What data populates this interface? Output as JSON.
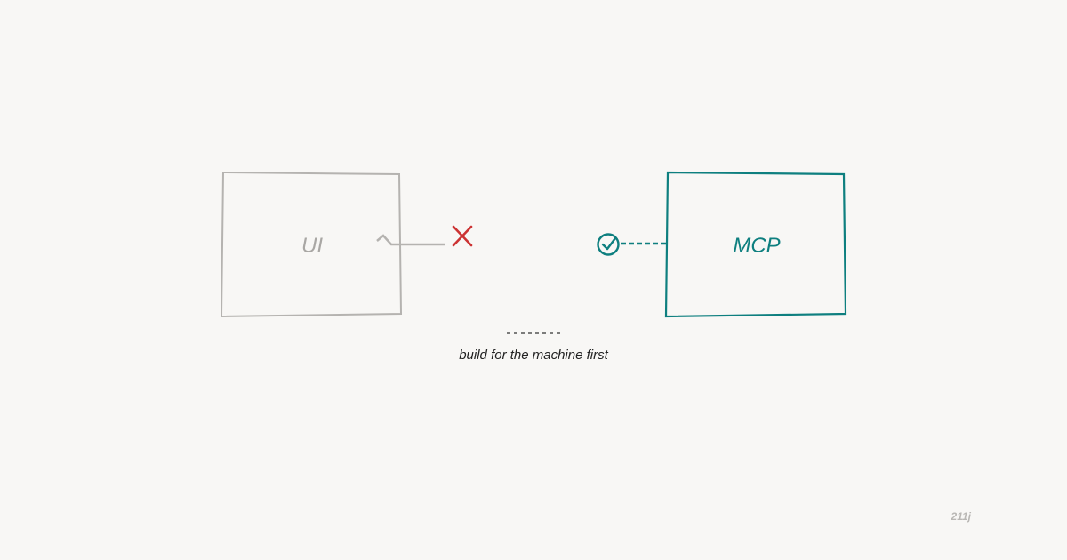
{
  "diagram": {
    "left_box": {
      "label": "UI"
    },
    "right_box": {
      "label": "MCP"
    },
    "caption": "build for the machine first",
    "watermark": "211j"
  },
  "colors": {
    "background": "#f8f7f5",
    "muted": "#b5b3b0",
    "muted_text": "#a9a7a4",
    "reject": "#cc3333",
    "accent": "#0e7f7f",
    "caption_text": "#222222",
    "watermark_text": "#b9b7b4"
  },
  "icons": {
    "reject": "cross-icon",
    "accept": "check-circle-icon",
    "broken_connector": "broken-connector-icon"
  }
}
